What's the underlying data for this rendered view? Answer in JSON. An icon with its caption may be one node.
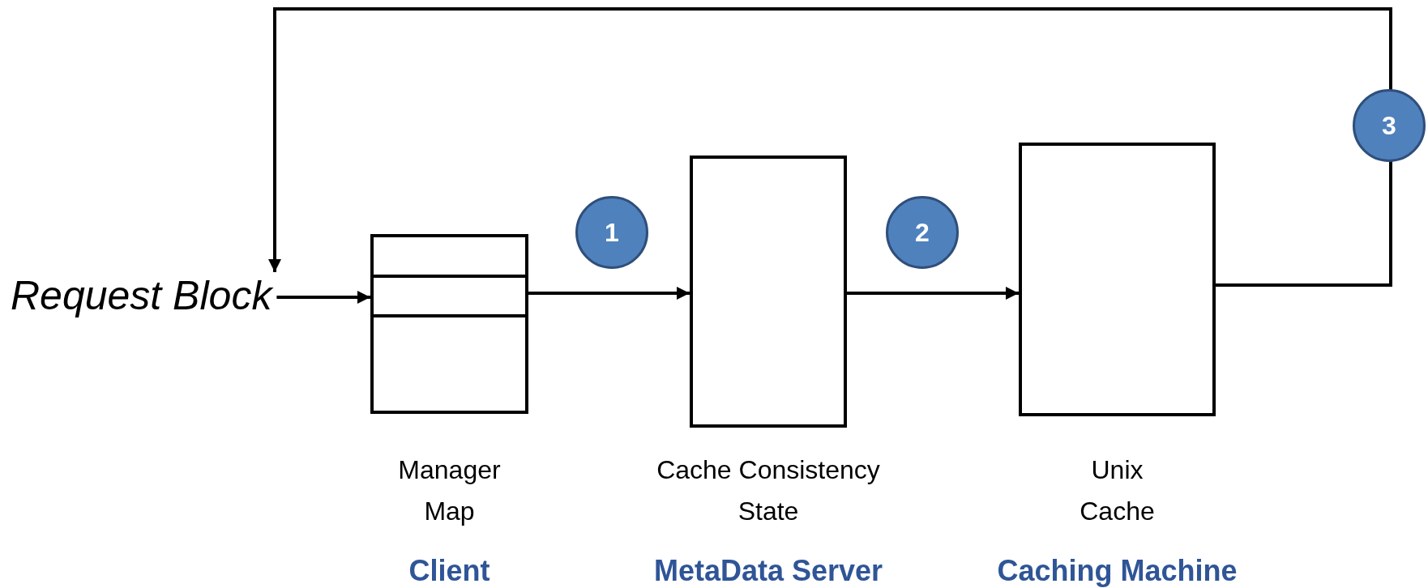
{
  "diagram": {
    "nodes": [
      {
        "text": [
          "Request Block"
        ]
      },
      {
        "text": [
          "Manager Map",
          "Client"
        ]
      },
      {
        "text": [
          "Cache Consistency State",
          "MetaData Server"
        ]
      },
      {
        "text": [
          "Unix Cache",
          "Caching Machine"
        ]
      }
    ],
    "edges": [
      {
        "from": 0,
        "to": 1,
        "arrow": "to"
      },
      {
        "from": 1,
        "to": 2,
        "arrow": "to",
        "label": "1"
      },
      {
        "from": 2,
        "to": 3,
        "arrow": "to",
        "label": "2"
      },
      {
        "from": 3,
        "to": 0,
        "arrow": "to",
        "label": "3"
      }
    ]
  }
}
